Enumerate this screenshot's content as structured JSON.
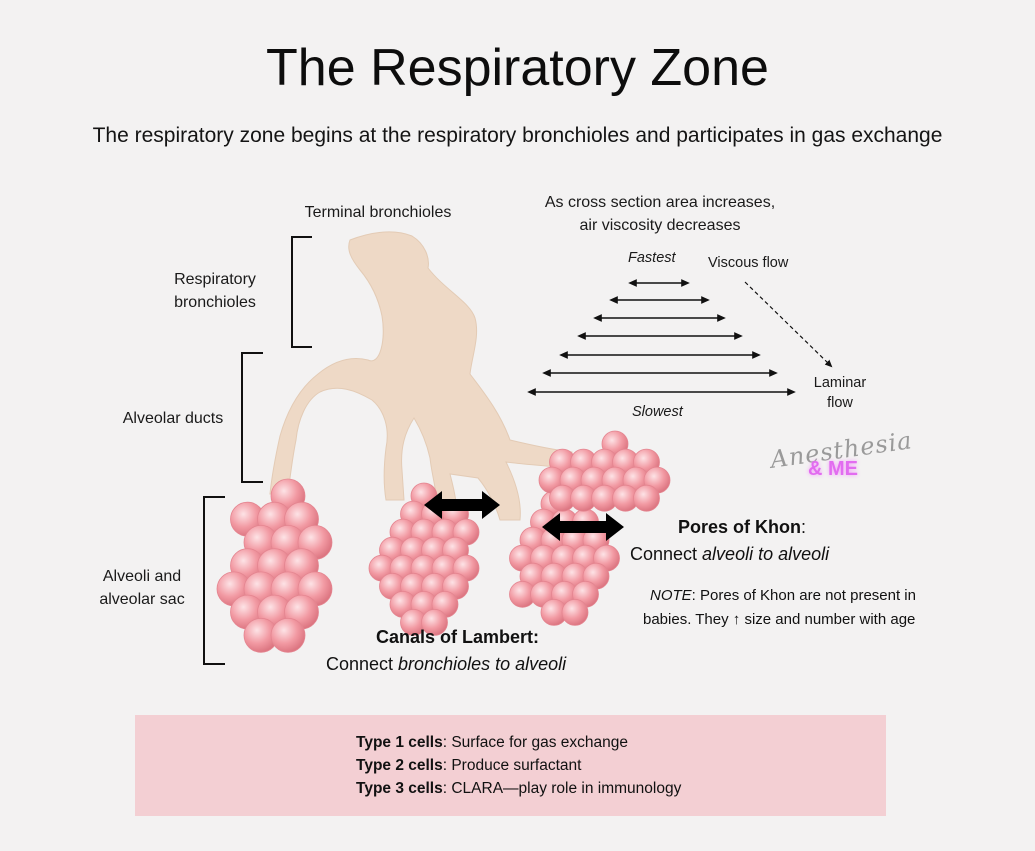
{
  "title": "The Respiratory Zone",
  "subtitle": "The respiratory zone begins at the respiratory bronchioles and participates in gas exchange",
  "labels": {
    "terminal_bronchioles": "Terminal bronchioles",
    "respiratory_bronchioles_1": "Respiratory",
    "respiratory_bronchioles_2": "bronchioles",
    "alveolar_ducts": "Alveolar ducts",
    "alveoli_sac_1": "Alveoli and",
    "alveoli_sac_2": "alveolar sac"
  },
  "flow": {
    "note_1": "As cross section area increases,",
    "note_2": "air viscosity decreases",
    "fastest": "Fastest",
    "slowest": "Slowest",
    "viscous": "Viscous flow",
    "laminar_1": "Laminar",
    "laminar_2": "flow"
  },
  "pores": {
    "title": "Pores of Khon",
    "colon": ":",
    "desc_prefix": "Connect ",
    "desc_italic": "alveoli to alveoli",
    "note_label": "NOTE",
    "note_rest": ": Pores of Khon are not present in",
    "note_line2": "babies. They ↑ size and number with age"
  },
  "canals": {
    "title": "Canals of Lambert:",
    "desc_prefix": "Connect ",
    "desc_italic": "bronchioles to alveoli"
  },
  "cells": [
    {
      "label": "Type 1 cells",
      "text": ": Surface for gas exchange"
    },
    {
      "label": "Type 2 cells",
      "text": ": Produce surfactant"
    },
    {
      "label": "Type 3 cells",
      "text": ": CLARA—play role in immunology"
    }
  ],
  "watermark": {
    "script": "Anesthesia",
    "me": "& ME"
  },
  "colors": {
    "airway": "#eed9c6",
    "alveolus": "#f29aa3",
    "alveolus_highlight": "#fde3e6",
    "alveolus_edge": "#d9707c",
    "cells_box": "#f3cfd3",
    "watermark_accent": "#e26cf0"
  }
}
